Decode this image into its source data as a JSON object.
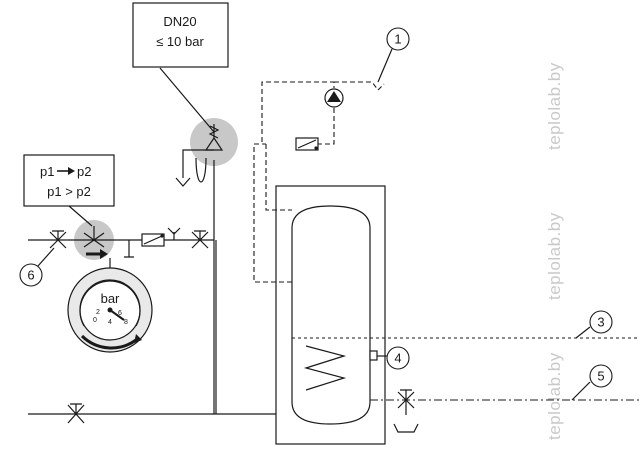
{
  "valve_box": {
    "line1": "DN20",
    "line2": "≤ 10 bar"
  },
  "reducer_box": {
    "line1": "p1",
    "line1_suffix": "p2",
    "line2": "p1 > p2"
  },
  "gauge": {
    "unit": "bar",
    "ticks": [
      "0",
      "2",
      "4",
      "6",
      "8"
    ]
  },
  "callouts": [
    "1",
    "3",
    "4",
    "5",
    "6"
  ],
  "watermark": "teplolab.by",
  "colors": {
    "line": "#1a1a1a",
    "highlight": "#c8c8c8",
    "watermark": "#c9c9c9"
  }
}
